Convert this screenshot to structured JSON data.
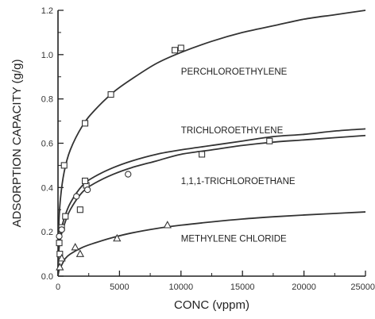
{
  "chart_data": {
    "type": "scatter",
    "xlabel": "CONC (vppm)",
    "ylabel": "ADSORPTION CAPACITY (g/g)",
    "xlim": [
      0,
      25000
    ],
    "ylim": [
      0,
      1.2
    ],
    "x_ticks": [
      0,
      5000,
      10000,
      15000,
      20000,
      25000
    ],
    "x_tick_labels": [
      "0",
      "5000",
      "10000",
      "15000",
      "20000",
      "25000"
    ],
    "y_ticks": [
      0,
      0.2,
      0.4,
      0.6,
      0.8,
      1.0,
      1.2
    ],
    "y_tick_labels": [
      "0.0",
      "0.2",
      "0.4",
      "0.6",
      "0.8",
      "1.0",
      "1.2"
    ],
    "grid": false,
    "legend": "none",
    "series": [
      {
        "name": "PERCHLOROETHYLENE",
        "marker": "square",
        "points": [
          {
            "x": 150,
            "y": 0.1
          },
          {
            "x": 500,
            "y": 0.5
          },
          {
            "x": 2200,
            "y": 0.69
          },
          {
            "x": 4300,
            "y": 0.82
          },
          {
            "x": 9500,
            "y": 1.02
          },
          {
            "x": 10000,
            "y": 1.03
          }
        ],
        "curve": [
          {
            "x": 0,
            "y": 0.0
          },
          {
            "x": 60,
            "y": 0.22
          },
          {
            "x": 200,
            "y": 0.35
          },
          {
            "x": 500,
            "y": 0.47
          },
          {
            "x": 1000,
            "y": 0.57
          },
          {
            "x": 2000,
            "y": 0.68
          },
          {
            "x": 3000,
            "y": 0.75
          },
          {
            "x": 4500,
            "y": 0.83
          },
          {
            "x": 6000,
            "y": 0.89
          },
          {
            "x": 8000,
            "y": 0.96
          },
          {
            "x": 10000,
            "y": 1.01
          },
          {
            "x": 12500,
            "y": 1.06
          },
          {
            "x": 15000,
            "y": 1.1
          },
          {
            "x": 17500,
            "y": 1.13
          },
          {
            "x": 20000,
            "y": 1.16
          },
          {
            "x": 22500,
            "y": 1.18
          },
          {
            "x": 25000,
            "y": 1.2
          }
        ]
      },
      {
        "name": "TRICHLOROETHYLENE",
        "marker": "square",
        "points": [
          {
            "x": 100,
            "y": 0.15
          },
          {
            "x": 300,
            "y": 0.22
          },
          {
            "x": 600,
            "y": 0.27
          },
          {
            "x": 1800,
            "y": 0.3
          },
          {
            "x": 2300,
            "y": 0.41
          },
          {
            "x": 2200,
            "y": 0.43
          },
          {
            "x": 11700,
            "y": 0.55
          },
          {
            "x": 17200,
            "y": 0.61
          }
        ],
        "curve": [
          {
            "x": 0,
            "y": 0.0
          },
          {
            "x": 60,
            "y": 0.12
          },
          {
            "x": 200,
            "y": 0.19
          },
          {
            "x": 500,
            "y": 0.26
          },
          {
            "x": 1000,
            "y": 0.33
          },
          {
            "x": 2000,
            "y": 0.41
          },
          {
            "x": 3000,
            "y": 0.45
          },
          {
            "x": 4500,
            "y": 0.49
          },
          {
            "x": 6000,
            "y": 0.52
          },
          {
            "x": 8000,
            "y": 0.55
          },
          {
            "x": 10000,
            "y": 0.57
          },
          {
            "x": 12500,
            "y": 0.59
          },
          {
            "x": 15000,
            "y": 0.61
          },
          {
            "x": 17500,
            "y": 0.63
          },
          {
            "x": 20000,
            "y": 0.64
          },
          {
            "x": 22500,
            "y": 0.655
          },
          {
            "x": 25000,
            "y": 0.665
          }
        ]
      },
      {
        "name": "1,1,1-TRICHLOROETHANE",
        "marker": "circle",
        "points": [
          {
            "x": 100,
            "y": 0.18
          },
          {
            "x": 300,
            "y": 0.21
          },
          {
            "x": 1500,
            "y": 0.36
          },
          {
            "x": 2400,
            "y": 0.39
          },
          {
            "x": 5700,
            "y": 0.46
          }
        ],
        "curve": [
          {
            "x": 0,
            "y": 0.0
          },
          {
            "x": 60,
            "y": 0.11
          },
          {
            "x": 200,
            "y": 0.17
          },
          {
            "x": 500,
            "y": 0.23
          },
          {
            "x": 1000,
            "y": 0.3
          },
          {
            "x": 2000,
            "y": 0.38
          },
          {
            "x": 3000,
            "y": 0.42
          },
          {
            "x": 4500,
            "y": 0.46
          },
          {
            "x": 6000,
            "y": 0.49
          },
          {
            "x": 8000,
            "y": 0.52
          },
          {
            "x": 10000,
            "y": 0.55
          },
          {
            "x": 12500,
            "y": 0.57
          },
          {
            "x": 15000,
            "y": 0.59
          },
          {
            "x": 17500,
            "y": 0.605
          },
          {
            "x": 20000,
            "y": 0.615
          },
          {
            "x": 22500,
            "y": 0.625
          },
          {
            "x": 25000,
            "y": 0.635
          }
        ]
      },
      {
        "name": "METHYLENE CHLORIDE",
        "marker": "triangle",
        "points": [
          {
            "x": 150,
            "y": 0.04
          },
          {
            "x": 300,
            "y": 0.08
          },
          {
            "x": 1400,
            "y": 0.13
          },
          {
            "x": 1800,
            "y": 0.1
          },
          {
            "x": 4800,
            "y": 0.17
          },
          {
            "x": 8900,
            "y": 0.23
          }
        ],
        "curve": [
          {
            "x": 0,
            "y": 0.0
          },
          {
            "x": 100,
            "y": 0.03
          },
          {
            "x": 300,
            "y": 0.05
          },
          {
            "x": 600,
            "y": 0.08
          },
          {
            "x": 1000,
            "y": 0.1
          },
          {
            "x": 2000,
            "y": 0.13
          },
          {
            "x": 3000,
            "y": 0.15
          },
          {
            "x": 4500,
            "y": 0.175
          },
          {
            "x": 6000,
            "y": 0.195
          },
          {
            "x": 8000,
            "y": 0.215
          },
          {
            "x": 10000,
            "y": 0.23
          },
          {
            "x": 12500,
            "y": 0.245
          },
          {
            "x": 15000,
            "y": 0.258
          },
          {
            "x": 17500,
            "y": 0.268
          },
          {
            "x": 20000,
            "y": 0.276
          },
          {
            "x": 22500,
            "y": 0.283
          },
          {
            "x": 25000,
            "y": 0.29
          }
        ]
      }
    ],
    "annotations": [
      {
        "text": "PERCHLOROETHYLENE",
        "x": 10000,
        "y": 0.91
      },
      {
        "text": "TRICHLOROETHYLENE",
        "x": 10000,
        "y": 0.645
      },
      {
        "text": "1,1,1-TRICHLOROETHANE",
        "x": 10000,
        "y": 0.415
      },
      {
        "text": "METHYLENE CHLORIDE",
        "x": 10000,
        "y": 0.155
      }
    ],
    "colors": {
      "axis": "#222222",
      "curve": "#333333",
      "marker": "#333333"
    }
  }
}
